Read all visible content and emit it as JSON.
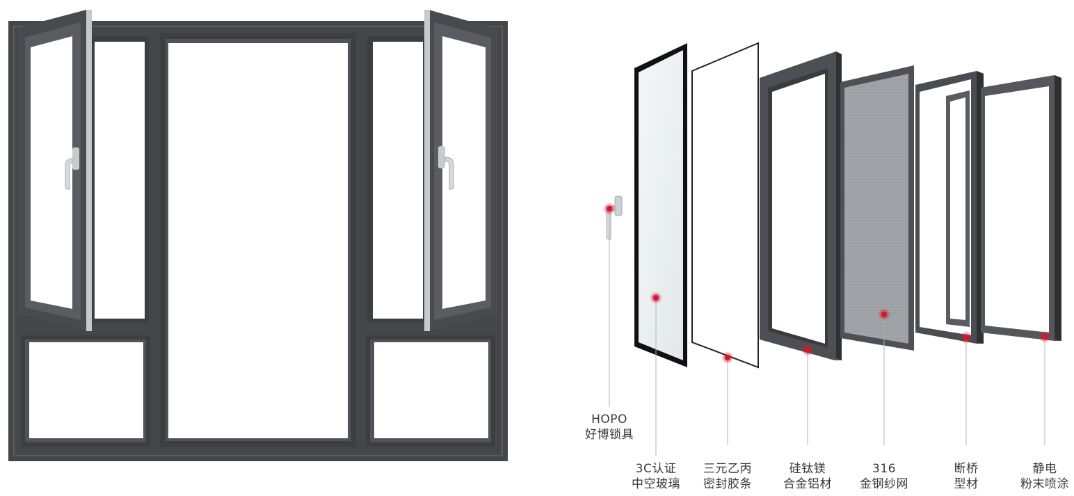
{
  "colors": {
    "frame": "#4a4b4f",
    "frame_dark": "#3b3c40",
    "frame_light": "#6e7075",
    "accent_marker": "#d3172d",
    "leader_line": "#b5b5b5",
    "glass": "#e8edf0"
  },
  "components": [
    {
      "id": "handle",
      "icon": "window-handle-icon",
      "line1": "HOPO",
      "line2": "好博锁具"
    },
    {
      "id": "glass",
      "icon": "insulated-glass-icon",
      "line1": "3C认证",
      "line2": "中空玻璃"
    },
    {
      "id": "seal",
      "icon": "epdm-seal-icon",
      "line1": "三元乙丙",
      "line2": "密封胶条"
    },
    {
      "id": "profile",
      "icon": "aluminum-frame-icon",
      "line1": "硅钛镁",
      "line2": "合金铝材"
    },
    {
      "id": "mesh",
      "icon": "steel-mesh-icon",
      "line1": "316",
      "line2": "金钢纱网"
    },
    {
      "id": "bridge",
      "icon": "thermal-break-icon",
      "line1": "断桥",
      "line2": "型材"
    },
    {
      "id": "coating",
      "icon": "powder-coating-icon",
      "line1": "静电",
      "line2": "粉末喷涂"
    }
  ]
}
